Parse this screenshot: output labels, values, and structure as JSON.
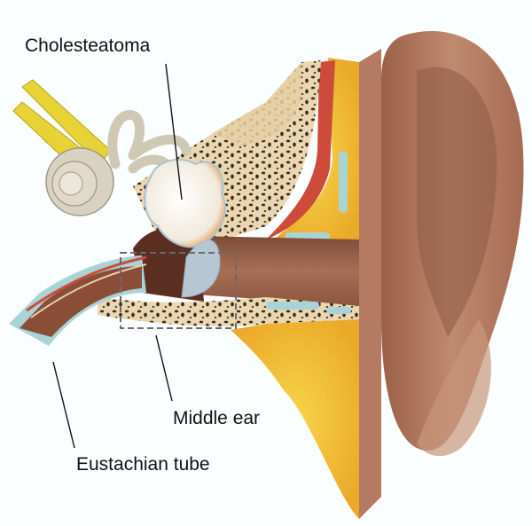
{
  "diagram": {
    "type": "anatomical-illustration",
    "subject": "ear cross-section",
    "labels": {
      "cholesteatoma": "Cholesteatoma",
      "middle_ear": "Middle ear",
      "eustachian_tube": "Eustachian tube"
    },
    "colors": {
      "background": "#fbfefe",
      "skin": "#b37a5f",
      "bone": "#e9d6b0",
      "fat": "#f2c531",
      "cochlea": "#d8d2c0",
      "nerve": "#e8d336",
      "cartilage": "#a9d4d6",
      "muscle": "#cc4b3a",
      "tympanic_membrane": "#b7c6d3",
      "cholesteatoma": "#f6f0e4",
      "label_text": "#111111",
      "dashed_box": "#6a6a6a"
    }
  }
}
